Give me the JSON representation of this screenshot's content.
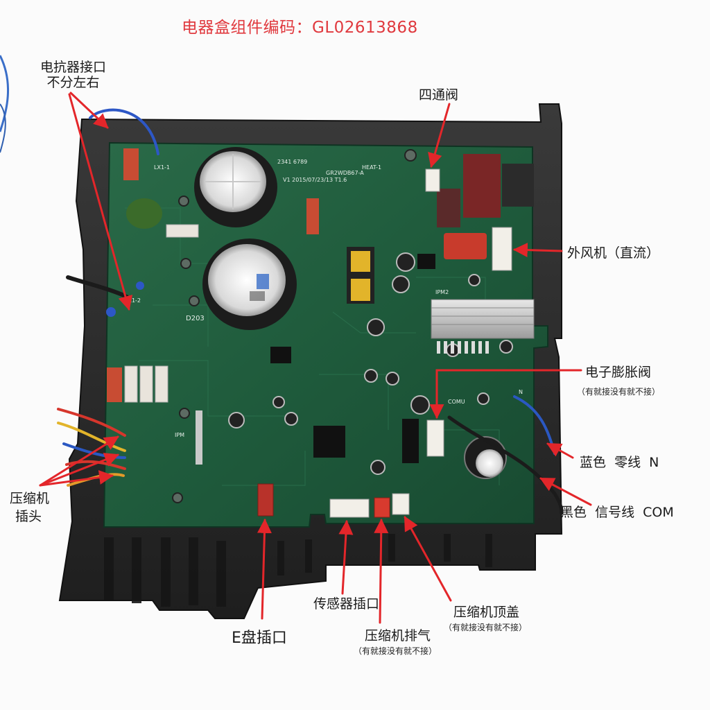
{
  "title": "电器盒组件编码：GL02613868",
  "labels": {
    "reactor": [
      "电抗器接口",
      "不分左右"
    ],
    "four_way_valve": "四通阀",
    "outdoor_fan": "外风机（直流）",
    "expansion_valve": "电子膨胀阀",
    "expansion_valve_note": "（有就接没有就不接）",
    "blue_wire": "蓝色  零线  N",
    "black_wire": "黑色  信号线  COM",
    "compressor_plug": [
      "压缩机",
      "插头"
    ],
    "e_plate": "E盘插口",
    "sensor": "传感器插口",
    "discharge": "压缩机排气",
    "discharge_note": "（有就接没有就不接）",
    "top_cover": "压缩机顶盖",
    "top_cover_note": "（有就接没有就不接）"
  },
  "board_silkscreen": {
    "cap1": "LX1-1",
    "cap2": "LX1-2",
    "date": "V1  2015/07/23/13  T1.6",
    "model": "GR2WDB67-A",
    "diode": "D203",
    "com": "COMU",
    "heat": "HEAT-1",
    "ipm2": "IPM2",
    "ipm": "IPM",
    "n": "N",
    "code": "2341 6789"
  },
  "colors": {
    "arrow": "#e3262a",
    "board": "#1f5b3c",
    "case": "#2a2a2a",
    "title": "#e0393e"
  }
}
